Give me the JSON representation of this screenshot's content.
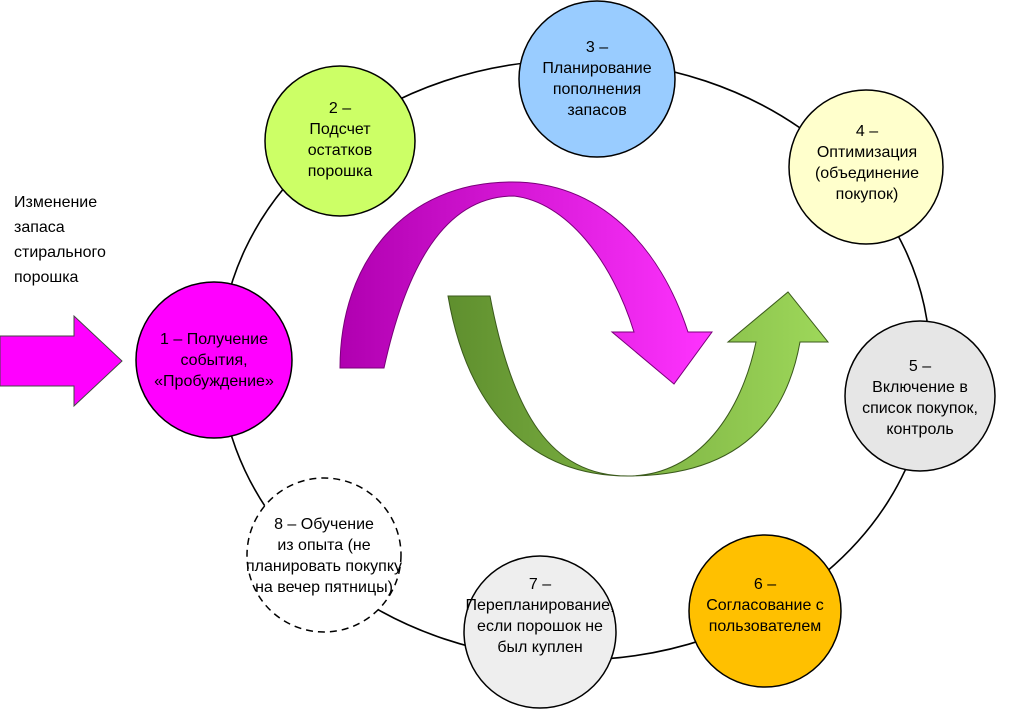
{
  "external_event": {
    "lines": [
      "Изменение",
      "запаса",
      "стирального",
      "порошка"
    ]
  },
  "steps": [
    {
      "id": "step-1",
      "lines": [
        "1 – Получение",
        "события,",
        "«Пробуждение»"
      ],
      "fill": "#ff00ff",
      "dashed": false
    },
    {
      "id": "step-2",
      "lines": [
        "2 –",
        "Подсчет",
        "остатков",
        "порошка"
      ],
      "fill": "#ccff66",
      "dashed": false
    },
    {
      "id": "step-3",
      "lines": [
        "3 –",
        "Планирование",
        "пополнения",
        "запасов"
      ],
      "fill": "#99ccff",
      "dashed": false
    },
    {
      "id": "step-4",
      "lines": [
        "4 –",
        "Оптимизация",
        "(объединение",
        "покупок)"
      ],
      "fill": "#ffffcc",
      "dashed": false
    },
    {
      "id": "step-5",
      "lines": [
        "5 –",
        "Включение в",
        "список покупок,",
        "контроль"
      ],
      "fill": "#e6e6e6",
      "dashed": false
    },
    {
      "id": "step-6",
      "lines": [
        "6 –",
        "Согласование с",
        "пользователем"
      ],
      "fill": "#ffc000",
      "dashed": false
    },
    {
      "id": "step-7",
      "lines": [
        "7 –",
        "Перепланирование,",
        "если порошок не",
        "был куплен"
      ],
      "fill": "#eeeeee",
      "dashed": false
    },
    {
      "id": "step-8",
      "lines": [
        "8 – Обучение",
        "из опыта (не",
        "планировать покупку",
        "на вечер пятницы)"
      ],
      "fill": "#ffffff",
      "dashed": true
    }
  ],
  "colors": {
    "magenta_arrow": "#cc00cc",
    "green_arrow": "#70ad47",
    "light_green_arrow": "#92d050",
    "input_arrow": "#ff00ff"
  }
}
